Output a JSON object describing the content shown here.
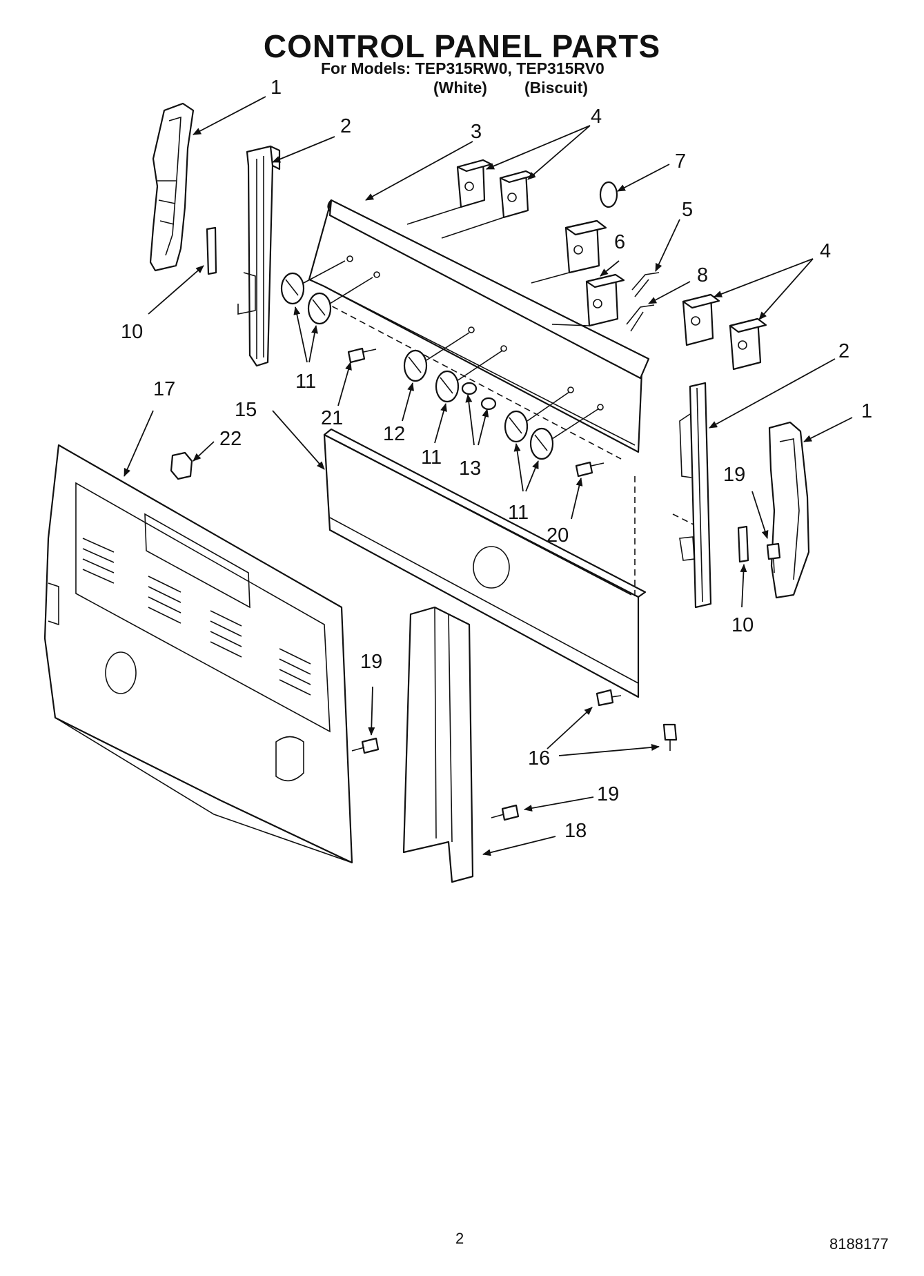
{
  "header": {
    "title": "CONTROL PANEL PARTS",
    "models_line": "For Models: TEP315RW0, TEP315RV0",
    "color_white": "(White)",
    "color_biscuit": "(Biscuit)"
  },
  "callouts": [
    "1",
    "2",
    "3",
    "4",
    "7",
    "5",
    "6",
    "4",
    "8",
    "10",
    "11",
    "21",
    "12",
    "11",
    "13",
    "11",
    "2",
    "1",
    "19",
    "20",
    "17",
    "15",
    "22",
    "10",
    "19",
    "16",
    "19",
    "18"
  ],
  "footer": {
    "page_number": "2",
    "doc_number": "8188177"
  }
}
